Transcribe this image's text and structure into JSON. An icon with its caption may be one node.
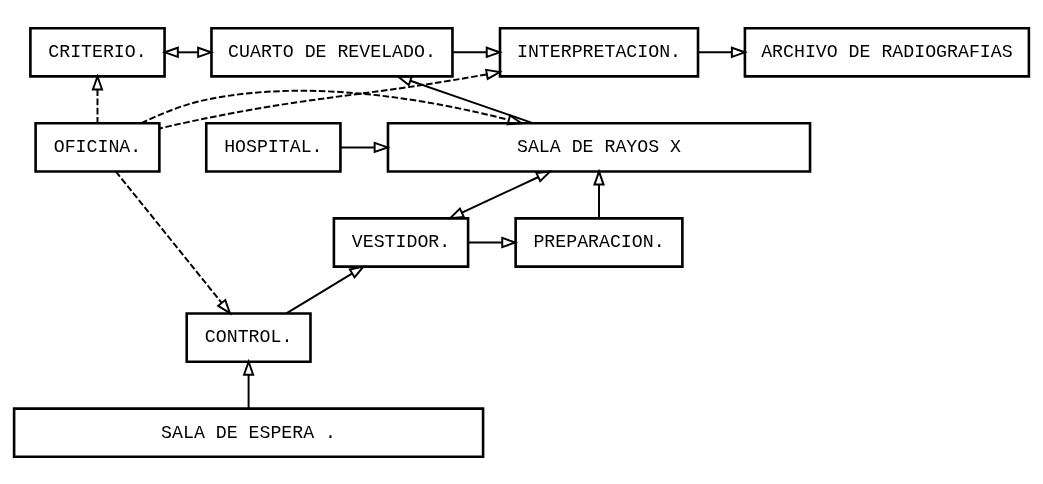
{
  "diagram": {
    "nodes": [
      {
        "text": [
          "CRITERIO."
        ]
      },
      {
        "text": [
          "CUARTO DE REVELADO."
        ]
      },
      {
        "text": [
          "INTERPRETACION."
        ]
      },
      {
        "text": [
          "ARCHIVO DE RADIOGRAFIAS"
        ]
      },
      {
        "text": [
          "HOSPITAL."
        ]
      },
      {
        "text": [
          "SALA DE RAYOS X"
        ]
      },
      {
        "text": [
          "OFICINA."
        ]
      },
      {
        "text": [
          "PREPARACION."
        ]
      },
      {
        "text": [
          "VESTIDOR."
        ]
      },
      {
        "text": [
          "CONTROL."
        ]
      },
      {
        "text": [
          "SALA DE ESPERA ."
        ]
      }
    ],
    "edges": [
      {
        "from": 0,
        "to": 1,
        "arrow": "both"
      },
      {
        "from": 1,
        "to": 2,
        "arrow": "to"
      },
      {
        "from": 2,
        "to": 3,
        "arrow": "to"
      },
      {
        "from": 4,
        "to": 5,
        "arrow": "to"
      },
      {
        "from": 5,
        "to": 1,
        "arrow": "to"
      },
      {
        "from": 6,
        "to": 0,
        "arrow": "to",
        "style": "dashed"
      },
      {
        "from": 6,
        "to": 5,
        "arrow": "to",
        "style": "dashed"
      },
      {
        "from": 6,
        "to": 2,
        "arrow": "to",
        "style": "dashed"
      },
      {
        "from": 5,
        "to": 8,
        "arrow": "both"
      },
      {
        "from": 8,
        "to": 7,
        "arrow": "to"
      },
      {
        "from": 7,
        "to": 5,
        "arrow": "to"
      },
      {
        "from": 6,
        "to": 9,
        "arrow": "to",
        "style": "dashed"
      },
      {
        "from": 9,
        "to": 8,
        "arrow": "to"
      },
      {
        "from": 10,
        "to": 9,
        "arrow": "to"
      }
    ]
  }
}
